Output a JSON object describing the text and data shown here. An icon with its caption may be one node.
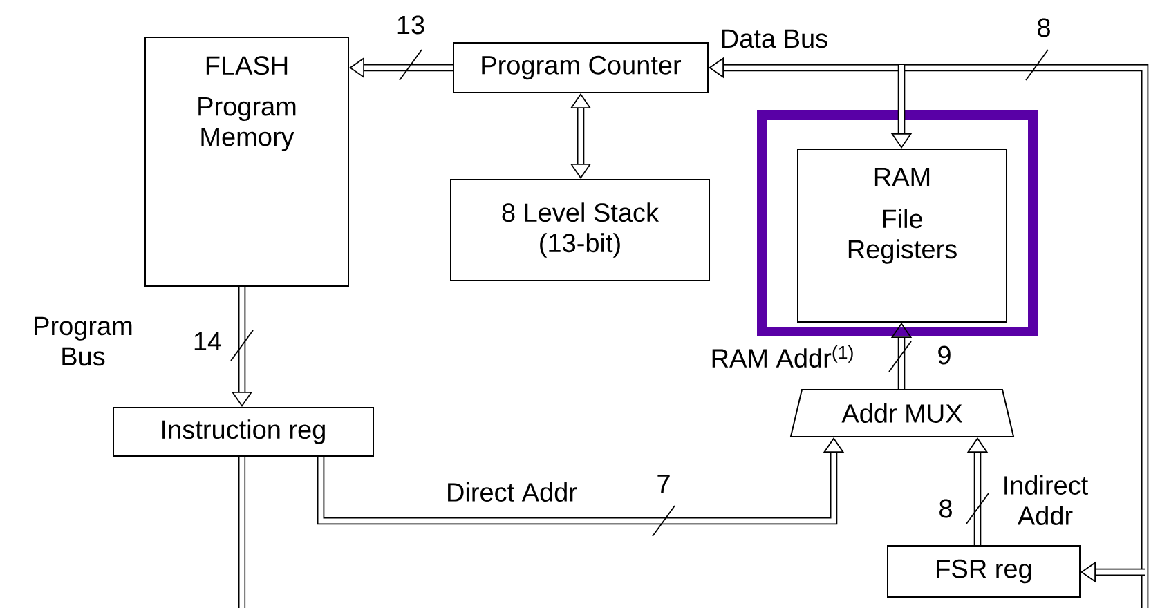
{
  "diagram": {
    "nodes": [
      {
        "text": [
          "FLASH",
          "Program Memory"
        ]
      },
      {
        "text": [
          "Program Counter"
        ]
      },
      {
        "text": [
          "8 Level Stack (13-bit)"
        ]
      },
      {
        "text": [],
        "shape": "box"
      },
      {
        "text": [
          "RAM",
          "File Registers"
        ],
        "in": 3
      },
      {
        "text": [
          "Addr MUX"
        ]
      },
      {
        "text": [
          "Instruction reg"
        ]
      },
      {
        "text": [
          "FSR reg"
        ]
      }
    ],
    "edges": [
      {
        "from": 1,
        "to": 0,
        "arrow": "to",
        "label": "13"
      },
      {
        "from": 1,
        "to": 2,
        "arrow": "both"
      },
      {
        "from": null,
        "to": 1,
        "arrow": "to",
        "label": "Data Bus"
      },
      {
        "from": null,
        "to": 4,
        "arrow": "to"
      },
      {
        "from": null,
        "to": 7,
        "arrow": "to"
      },
      {
        "from": 0,
        "to": 6,
        "arrow": "to",
        "label": "14"
      },
      {
        "from": 5,
        "to": 4,
        "arrow": "to",
        "label": "9"
      },
      {
        "from": 6,
        "to": 5,
        "arrow": "to",
        "label": "Direct Addr"
      },
      {
        "from": 7,
        "to": 5,
        "arrow": "to",
        "label": "8"
      },
      {
        "from": 6,
        "to": null,
        "arrow": "none"
      }
    ],
    "labels": [
      "8",
      "Program Bus",
      "RAM Addr$^{(1)}$",
      "7",
      "Indirect Addr"
    ]
  }
}
